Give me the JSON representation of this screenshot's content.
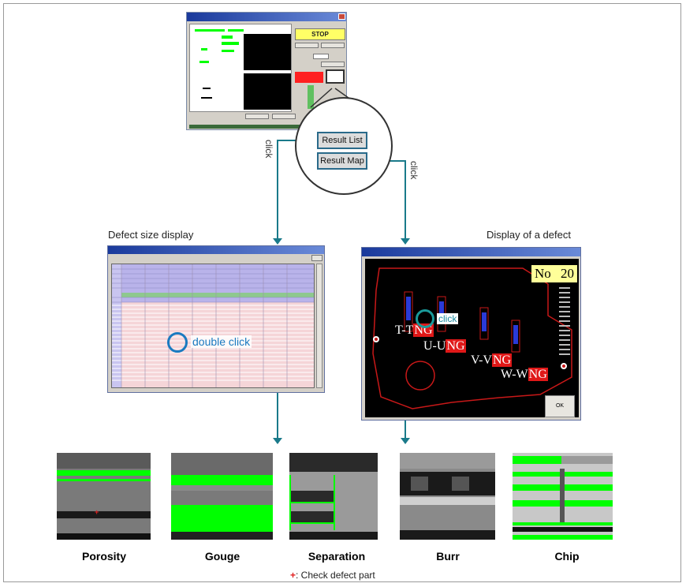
{
  "app_window": {
    "stop_label": "STOP",
    "result_list_button": "Result List",
    "result_map_button": "Result Map"
  },
  "annotations": {
    "click_left": "click",
    "click_right": "click",
    "double_click": "double click",
    "click_map": "click"
  },
  "captions": {
    "defect_size_display": "Defect size display",
    "display_of_defect": "Display of a defect"
  },
  "result_map": {
    "no_label": "No",
    "no_value": "20",
    "ok_label": "OK",
    "defects": [
      {
        "name": "T-T",
        "status": "NG"
      },
      {
        "name": "U-U",
        "status": "NG"
      },
      {
        "name": "V-V",
        "status": "NG"
      },
      {
        "name": "W-W",
        "status": "NG"
      }
    ]
  },
  "defect_types": [
    "Porosity",
    "Gouge",
    "Separation",
    "Burr",
    "Chip"
  ],
  "legend": {
    "symbol": "+",
    "text": ": Check defect part"
  },
  "colors": {
    "accent_arrow": "#1a7a8a",
    "highlight_green": "#00ff00",
    "ng_red": "#e01818",
    "double_click_blue": "#1a7ac0"
  }
}
